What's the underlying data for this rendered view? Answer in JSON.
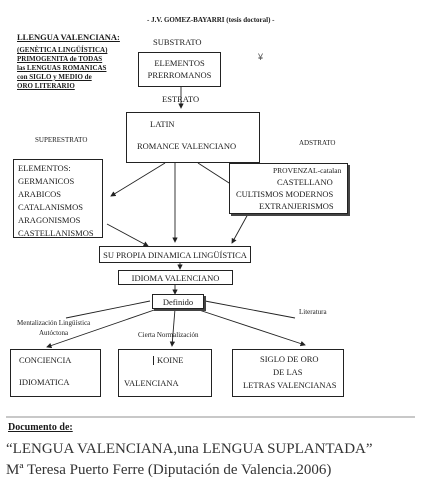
{
  "header": "- J.V. GOMEZ-BAYARRI (tesis doctoral) -",
  "left_title": "LLENGUA VALENCIANA:",
  "left_desc": [
    "(GENÈTICA LINGÜÍSTICA)",
    "PRIMOGENITA de TODAS",
    "las LENGUAS ROMANICAS",
    "con SIGLO y MEDIO de",
    "ORO LITERARIO"
  ],
  "labels": {
    "substrato": "SUBSTRATO",
    "estrato": "ESTRATO",
    "superestrato": "SUPERESTRATO",
    "adstrato": "ADSTRATO",
    "mentalizacion": [
      "Mentalización Lingüística",
      "Autóctona"
    ],
    "literatura": "Literatura",
    "cierta": "Cierta Normalización"
  },
  "boxes": {
    "prerromanos": [
      "ELEMENTOS",
      "PRERROMANOS"
    ],
    "latin": "LATIN",
    "romance": "ROMANCE VALENCIANO",
    "elementos": [
      "ELEMENTOS:",
      "GERMANICOS",
      "ARABICOS",
      "CATALANISMOS",
      "ARAGONISMOS",
      "CASTELLANISMOS"
    ],
    "provenzal": "PROVENZAL-catalan",
    "adstrato_items": [
      "CASTELLANO",
      "CULTISMOS MODERNOS",
      "EXTRANJERISMOS"
    ],
    "dinamica": "SU PROPIA DINAMICA LINGÜÍSTICA",
    "idioma": "IDIOMA VALENCIANO",
    "definido": "Definido",
    "conciencia": [
      "CONCIENCIA",
      "IDIOMATICA"
    ],
    "koine": [
      "KOINE",
      "VALENCIANA"
    ],
    "siglo": [
      "SIGLO DE ORO",
      "DE LAS",
      "LETRAS VALENCIANAS"
    ]
  },
  "footer": {
    "doc_label": "Documento  de:",
    "line1": "“LENGUA VALENCIANA,una LENGUA SUPLANTADA”",
    "line2": "Mª Teresa Puerto Ferre  (Diputación de Valencia.2006)"
  }
}
